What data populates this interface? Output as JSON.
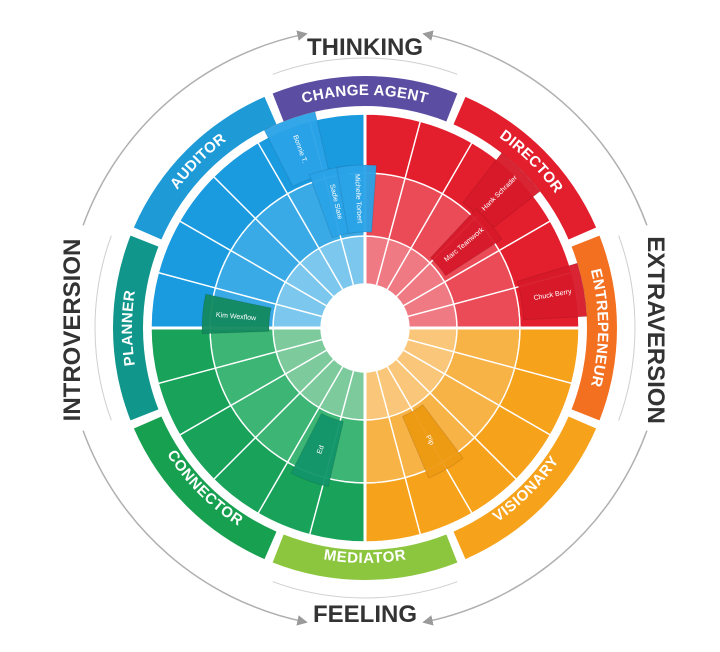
{
  "axes": {
    "top": "THINKING",
    "bottom": "FEELING",
    "left": "INTROVERSION",
    "right": "EXTRAVERSION"
  },
  "types": [
    {
      "label": "CHANGE AGENT",
      "color": "#5b4ea2",
      "angle": 270,
      "dir": "cw"
    },
    {
      "label": "DIRECTOR",
      "color": "#e31e2d",
      "angle": 315,
      "dir": "cw"
    },
    {
      "label": "ENTREPENEUR",
      "color": "#f37021",
      "angle": 0,
      "dir": "cw"
    },
    {
      "label": "VISIONARY",
      "color": "#f7a21b",
      "angle": 45,
      "dir": "ccw"
    },
    {
      "label": "MEDIATOR",
      "color": "#8cc63f",
      "angle": 90,
      "dir": "ccw"
    },
    {
      "label": "CONNECTOR",
      "color": "#16a04f",
      "angle": 135,
      "dir": "ccw"
    },
    {
      "label": "PLANNER",
      "color": "#10968b",
      "angle": 180,
      "dir": "cw"
    },
    {
      "label": "AUDITOR",
      "color": "#1e9ad6",
      "angle": 225,
      "dir": "cw"
    }
  ],
  "quadrants": [
    {
      "name": "thinking-introversion",
      "start": 180,
      "colors": [
        "#7cc7ee",
        "#3aaae6",
        "#1a9be0"
      ]
    },
    {
      "name": "thinking-extraversion",
      "start": 270,
      "colors": [
        "#ef7a83",
        "#ea4b57",
        "#e31e2d"
      ]
    },
    {
      "name": "feeling-extraversion",
      "start": 0,
      "colors": [
        "#fac77a",
        "#f8b347",
        "#f7a21b"
      ]
    },
    {
      "name": "feeling-introversion",
      "start": 90,
      "colors": [
        "#7dcb9d",
        "#3db574",
        "#19a35a"
      ]
    }
  ],
  "people": [
    {
      "name": "Bonnie T.",
      "color": "#2aa3e8",
      "angle": 250,
      "ring": 2
    },
    {
      "name": "Sadie Slate",
      "color": "#2aa3e8",
      "angle": 257,
      "ring": 1
    },
    {
      "name": "Michelle Torbert",
      "color": "#2aa3e8",
      "angle": 267,
      "ring": 1
    },
    {
      "name": "Hank Schrader",
      "color": "#d8192a",
      "angle": 315,
      "ring": 2
    },
    {
      "name": "Marc Teamwork",
      "color": "#d8192a",
      "angle": 320,
      "ring": 1
    },
    {
      "name": "Chuck Berry",
      "color": "#d8192a",
      "angle": 350,
      "ring": 2
    },
    {
      "name": "Kim Wexflow",
      "color": "#138a5f",
      "angle": 185,
      "ring": 1
    },
    {
      "name": "Ed",
      "color": "#12956a",
      "angle": 110,
      "ring": 1
    },
    {
      "name": "Pip",
      "color": "#ee9a12",
      "angle": 60,
      "ring": 1
    }
  ]
}
